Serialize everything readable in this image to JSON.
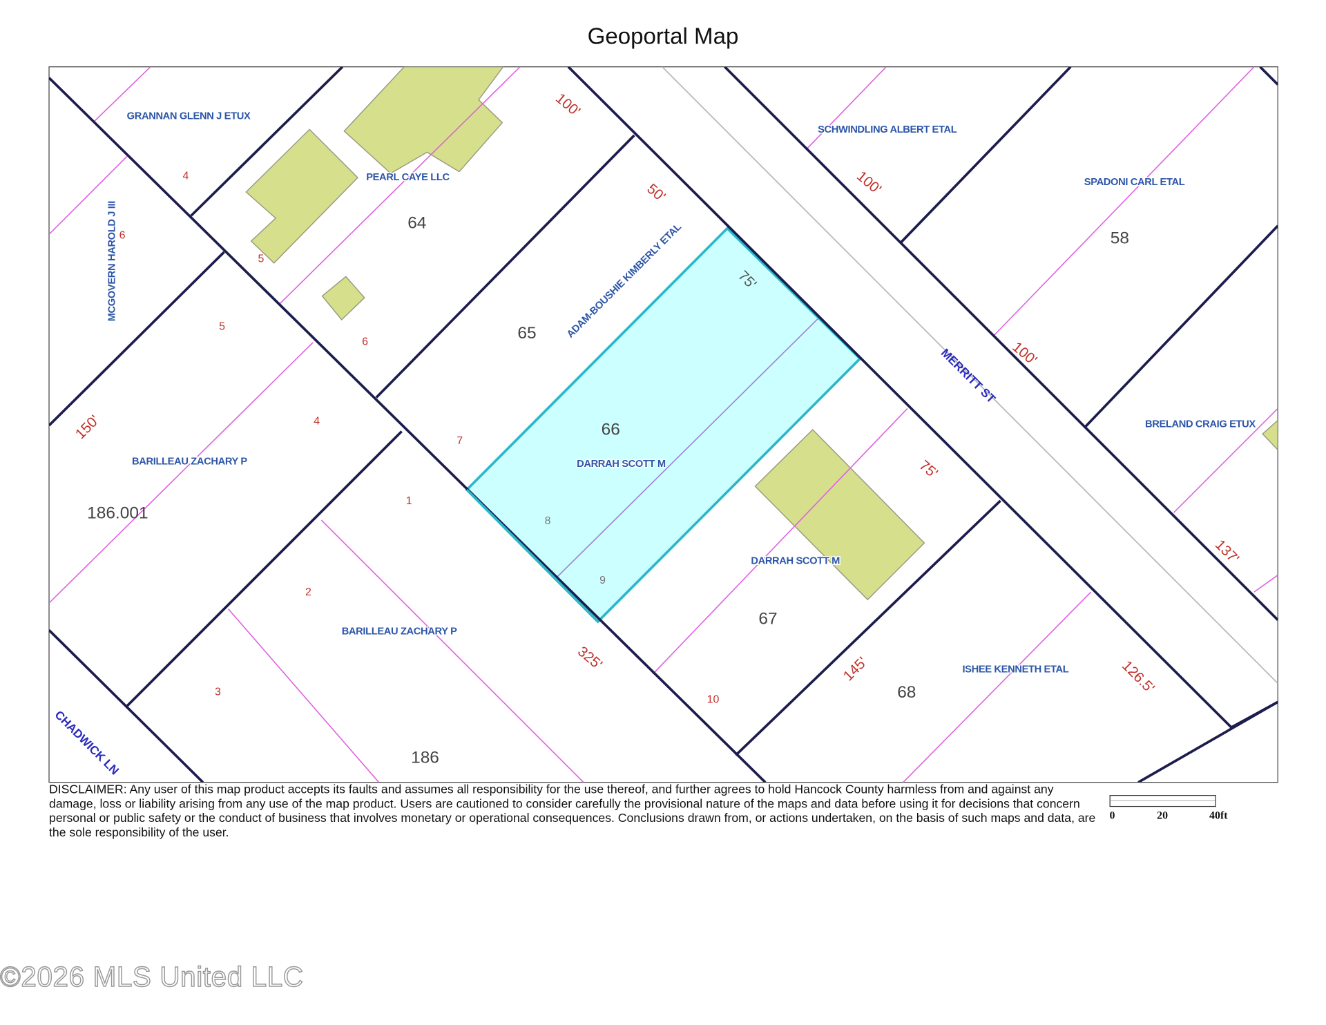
{
  "title": "Geoportal Map",
  "colors": {
    "lot_line": "#1c1c4e",
    "subject_fill": "#ccffff",
    "subject_stroke": "#2ab8c8",
    "building": "#d6e08c",
    "sublot_line": "#e060e0",
    "owner_text": "#2d56a8",
    "dimension_text": "#c0302a"
  },
  "owners": [
    "GRANNAN GLENN J ETUX",
    "PEARL CAYE LLC",
    "MCGOVERN HAROLD J III",
    "ADAM-BOUSHIE KIMBERLY ETAL",
    "SCHWINDLING ALBERT ETAL",
    "SPADONI CARL ETAL",
    "BRELAND CRAIG ETUX",
    "BARILLEAU ZACHARY P",
    "DARRAH SCOTT M",
    "DARRAH SCOTT M",
    "BARILLEAU ZACHARY P",
    "ISHEE KENNETH ETAL"
  ],
  "streets": [
    "MERRITT ST",
    "CHADWICK LN"
  ],
  "lot_numbers": [
    "64",
    "65",
    "66",
    "67",
    "68",
    "58",
    "186.001",
    "186"
  ],
  "dimensions": [
    "100'",
    "50'",
    "75'",
    "100'",
    "100'",
    "150'",
    "75'",
    "325'",
    "145'",
    "126.5'",
    "137'"
  ],
  "sublots": [
    "4",
    "6",
    "5",
    "5",
    "6",
    "4",
    "7",
    "1",
    "8",
    "9",
    "2",
    "3",
    "10"
  ],
  "disclaimer": "DISCLAIMER: Any user of this map product accepts its faults and assumes all responsibility for the use thereof, and further agrees to hold Hancock County harmless from and against any damage, loss or liability arising from any use of the map product. Users are cautioned to consider carefully the provisional nature of the maps and data before using it for decisions that concern personal or public safety or the conduct of business that involves monetary or operational consequences. Conclusions drawn from, or actions undertaken, on the basis of such maps and data, are the sole responsibility of the user.",
  "scale": {
    "labels": [
      "0",
      "20",
      "40ft"
    ]
  },
  "watermark": "©2026 MLS United LLC"
}
